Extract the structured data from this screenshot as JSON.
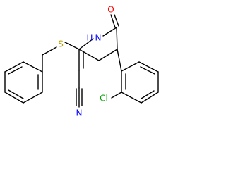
{
  "molecule": {
    "atoms": {
      "oxygen": "O",
      "nitrogen": "N",
      "hydrogen": "H",
      "sulfur": "S",
      "cyano_nitrogen": "N",
      "chlorine": "Cl"
    }
  },
  "colors": {
    "bond": "#000000",
    "oxygen": "#ff0000",
    "nitrogen": "#0000ff",
    "sulfur": "#b8a400",
    "chlorine": "#00a000"
  }
}
